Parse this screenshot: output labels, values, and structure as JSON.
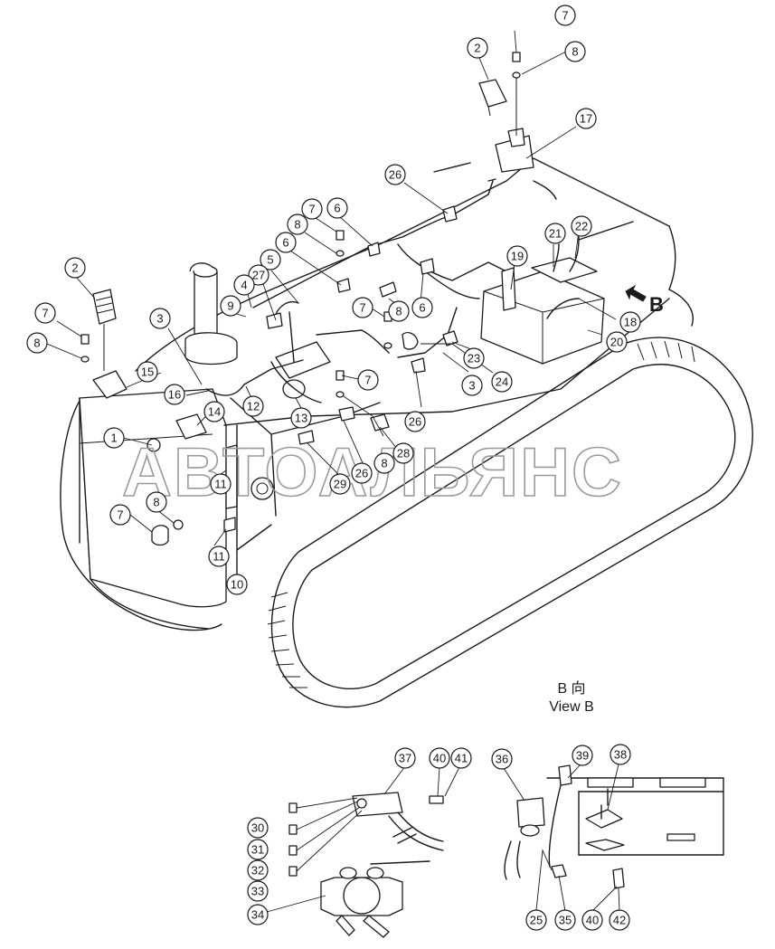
{
  "watermark": "АВТОАЛЬЯНС",
  "view_arrow_label": "B",
  "view_title_cn": "B 向",
  "view_title_en": "View B",
  "callouts": [
    "1",
    "2",
    "3",
    "4",
    "5",
    "6",
    "7",
    "8",
    "9",
    "10",
    "11",
    "12",
    "13",
    "14",
    "15",
    "16",
    "17",
    "18",
    "19",
    "20",
    "21",
    "22",
    "23",
    "24",
    "25",
    "26",
    "27",
    "28",
    "29",
    "30",
    "31",
    "32",
    "33",
    "34",
    "35",
    "36",
    "37",
    "38",
    "39",
    "40",
    "41",
    "42"
  ],
  "colors": {
    "ink": "#1a1a1a",
    "watermark": "#9a9a9a",
    "background": "#ffffff"
  }
}
